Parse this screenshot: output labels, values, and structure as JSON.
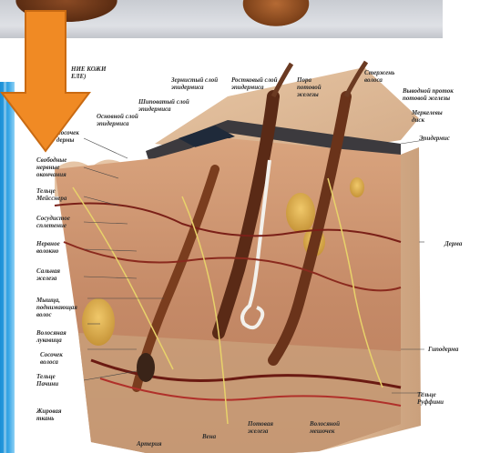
{
  "labels": {
    "title_fragment": "НИЕ КОЖИ\nЕЛЕ)",
    "zernisty": "Зернистый слой\nэпидермиса",
    "rostkovy": "Ростковый слой\nэпидермиса",
    "pora": "Пора\nпотовой\nжелезы",
    "sterzhen": "Стержень\nволоса",
    "vyvodnoy": "Выводной проток\nпотовой железы",
    "shipovaty": "Шиповатый слой\nэпидермиса",
    "meissner_disk": "Меркелевы\nдиск",
    "osnovnoy": "Основной слой\nэпидермиса",
    "sosochek_dermy": "Сосочек\nдермы",
    "epidermis": "Эпидермис",
    "svobodnye": "Свободные\nнервные\nокончания",
    "meissner": "Тельце\nМейсснера",
    "sosudistoe": "Сосудистое\nсплетение",
    "nervnoe": "Нервное\nволокно",
    "derma": "Дерма",
    "salnaya": "Сальная\nжелеза",
    "myshtsa": "Мышца,\nподнимающая\nволос",
    "lukovitsa": "Волосяная\nлуковица",
    "sosochek_volosa": "Сосочек\nволоса",
    "gipoderma": "Гиподерма",
    "pachini": "Тельце\nПачини",
    "ruffini": "Тельце\nРуффини",
    "zhirovaya": "Жировая\nткань",
    "vena": "Вена",
    "potovaya": "Потовая\nжелеза",
    "meshochek": "Волосяной\nмешочек",
    "arteriya": "Артерия"
  },
  "colors": {
    "arrow": "#f08a24",
    "arrow_edge": "#c96a12",
    "accent_bar": "#2b9be0"
  },
  "icons": {
    "arrow": "down-arrow-icon"
  }
}
